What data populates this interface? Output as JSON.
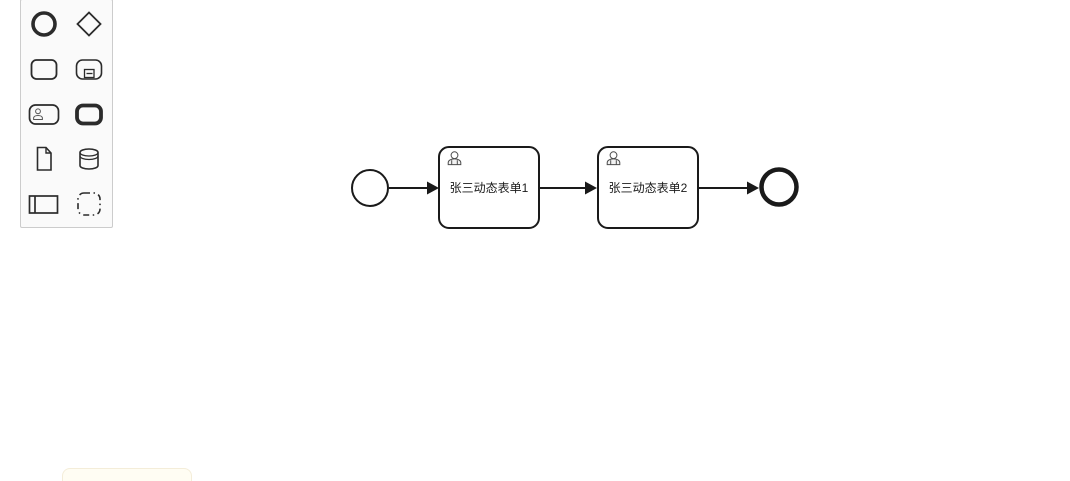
{
  "palette": {
    "items": [
      {
        "name": "start-event",
        "icon": "circle-bold-icon"
      },
      {
        "name": "gateway",
        "icon": "diamond-icon"
      },
      {
        "name": "task",
        "icon": "rounded-rect-icon"
      },
      {
        "name": "subprocess-collapsed",
        "icon": "rounded-rect-collapsed-marker-icon"
      },
      {
        "name": "user-task",
        "icon": "person-in-rect-icon"
      },
      {
        "name": "call-activity",
        "icon": "thick-rounded-rect-icon"
      },
      {
        "name": "data-object",
        "icon": "document-icon"
      },
      {
        "name": "data-store",
        "icon": "cylinder-icon"
      },
      {
        "name": "participant-pool",
        "icon": "pool-icon"
      },
      {
        "name": "group",
        "icon": "dash-dot-rect-icon"
      }
    ]
  },
  "diagram": {
    "nodes": [
      {
        "id": "start",
        "type": "start-event",
        "label": ""
      },
      {
        "id": "task1",
        "type": "user-task",
        "label": "张三动态表单1"
      },
      {
        "id": "task2",
        "type": "user-task",
        "label": "张三动态表单2"
      },
      {
        "id": "end",
        "type": "end-event",
        "label": ""
      }
    ],
    "flows": [
      {
        "from": "start",
        "to": "task1"
      },
      {
        "from": "task1",
        "to": "task2"
      },
      {
        "from": "task2",
        "to": "end"
      }
    ]
  },
  "colors": {
    "canvas_bg": "#ffffff",
    "shape_stroke": "#1a1a1a",
    "palette_bg": "#fafafa",
    "palette_border": "#cccccc",
    "palette_icon": "#2b2b2b"
  }
}
